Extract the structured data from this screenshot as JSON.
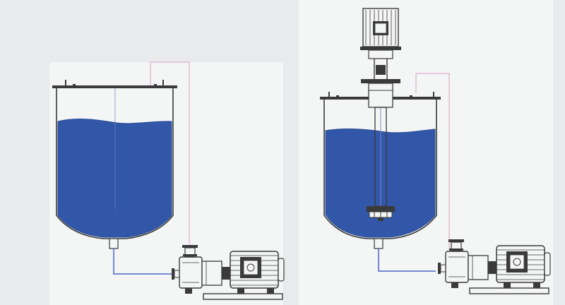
{
  "colors": {
    "background": "#e8eaeb",
    "panel": "#f4f5f5",
    "liquid": "#3257a8",
    "liquid_edge": "#2a4c95",
    "line": "#3a3a3a",
    "pipe_blue": "#4a66c8",
    "return_line": "#d79fc6"
  },
  "scene": {
    "left": {
      "name": "left-system",
      "tank": "tank-left",
      "pump": "pump-motor-left-icon",
      "agitator": false
    },
    "right": {
      "name": "right-system",
      "tank": "tank-right",
      "pump": "pump-motor-right-icon",
      "agitator": true,
      "agitator_icon": "vertical-mixer-motor-icon"
    }
  }
}
